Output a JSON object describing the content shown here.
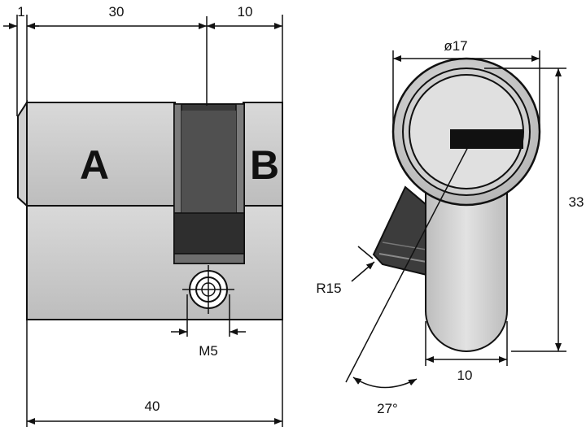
{
  "diagram": {
    "front_view": {
      "label_a": "A",
      "label_b": "B",
      "dim_top_left": "1",
      "dim_top_mid": "30",
      "dim_top_right": "10",
      "dim_bottom_total": "40",
      "dim_screw": "M5"
    },
    "side_view": {
      "dim_diameter": "ø17",
      "dim_height": "33",
      "dim_cam_width": "10",
      "dim_radius": "R15",
      "dim_angle": "27°"
    }
  }
}
